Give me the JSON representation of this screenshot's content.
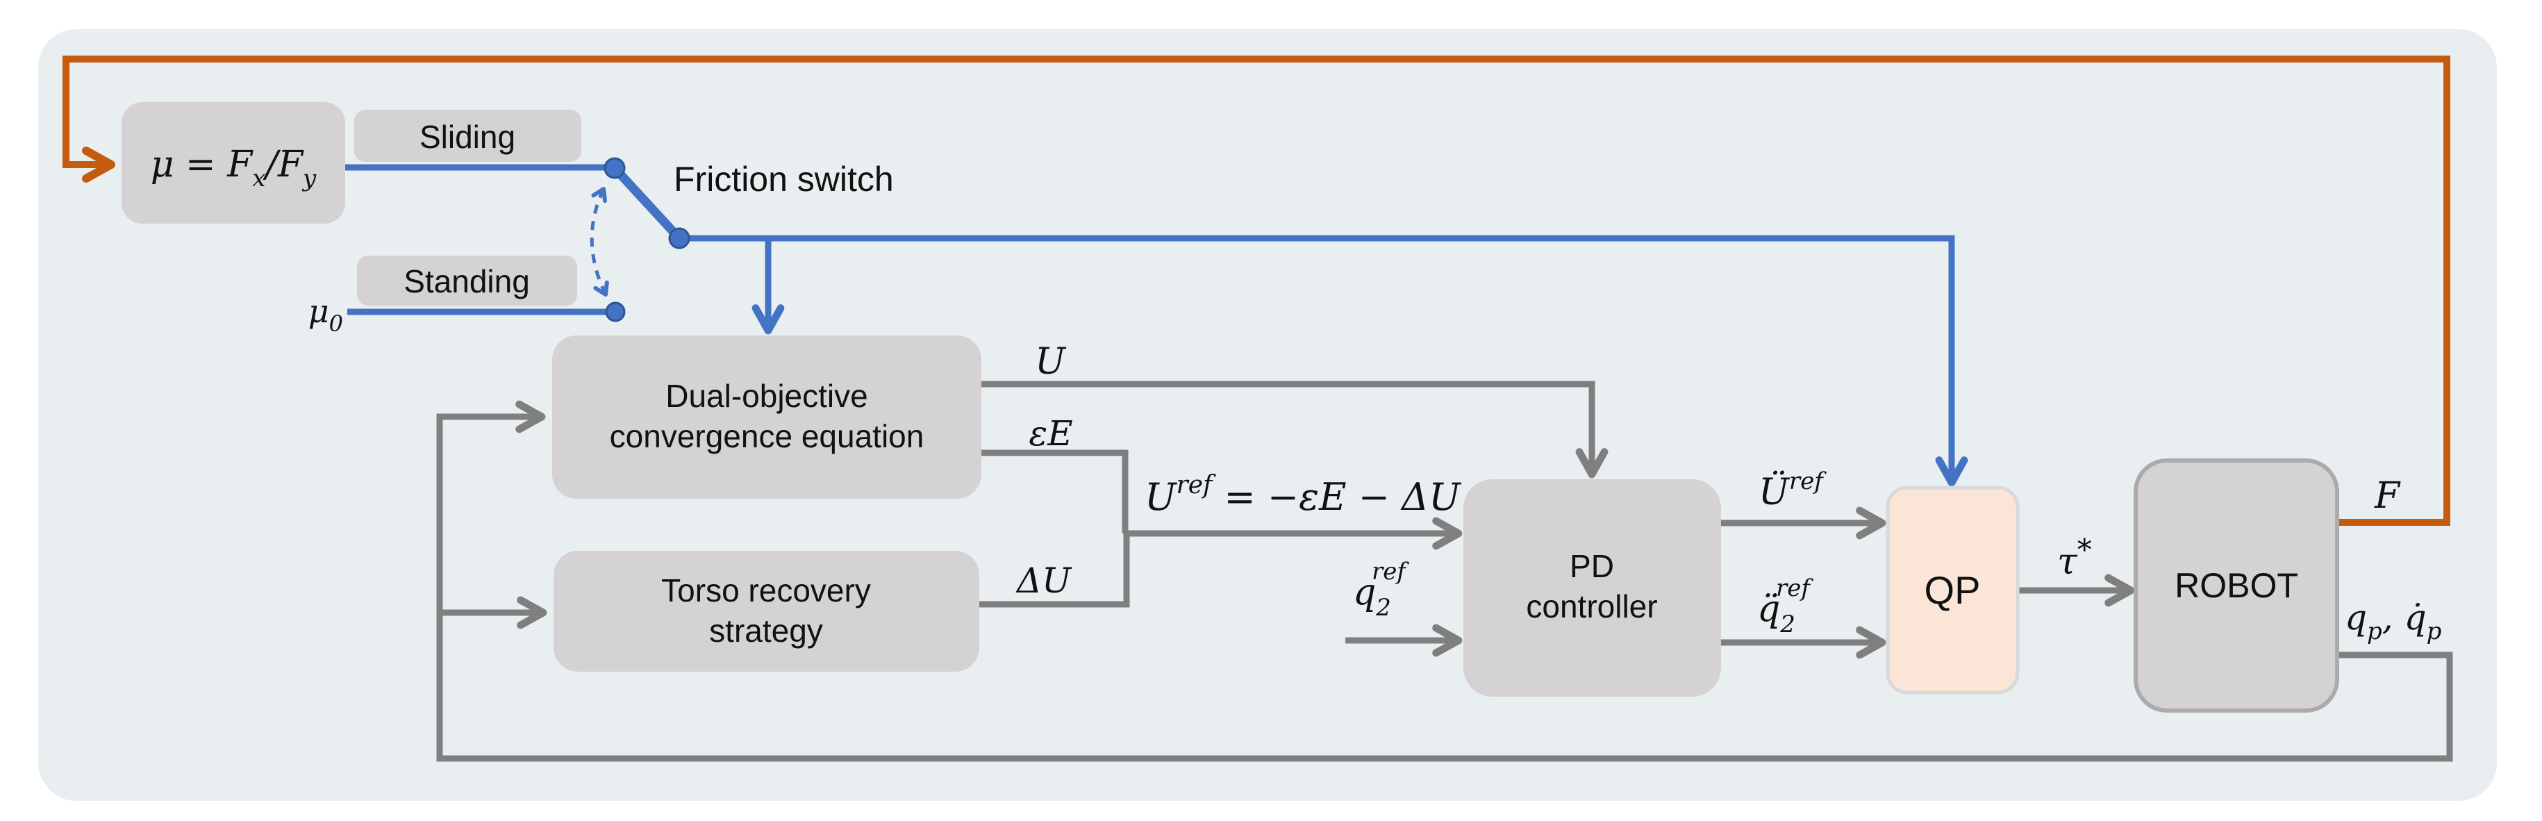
{
  "colors": {
    "panel_bg": "#e9eef0",
    "box_gray": "#d4d2d2",
    "qp_fill": "#fbe5d6",
    "qp_border": "#d9d9d9",
    "robot_border": "#ababab",
    "line_gray": "#7f7f7f",
    "accent_blue": "#4472c4",
    "dot_border": "#2f5597",
    "accent_orange": "#c55a11",
    "text": "#111111"
  },
  "blocks": {
    "mu": {
      "p1": "μ = F",
      "sub1": "x",
      "p2": "/F",
      "sub2": "y"
    },
    "sliding": "Sliding",
    "standing": "Standing",
    "mu0": {
      "base": "μ",
      "sub": "0"
    },
    "friction_switch": "Friction switch",
    "dual": {
      "line1": "Dual-objective",
      "line2": "convergence equation"
    },
    "torso": {
      "line1": "Torso recovery",
      "line2": "strategy"
    },
    "pd": {
      "line1": "PD",
      "line2": "controller"
    },
    "qp": "QP",
    "robot": "ROBOT"
  },
  "signals": {
    "u": "U",
    "eps_e": "εE",
    "delta_u": "ΔU",
    "uref": {
      "base": "U",
      "sup": "ref",
      "rest": " = −εE − ΔU"
    },
    "q2ref": {
      "base": "q",
      "sub": "2",
      "sup": "ref"
    },
    "uddot_ref": {
      "base": "Ü",
      "sup": "ref"
    },
    "qddot2_ref": {
      "base": "q̈",
      "sub": "2",
      "sup": "ref"
    },
    "tau": {
      "base": "τ",
      "sup": "*"
    },
    "f": "F",
    "qp_out": {
      "p1": "q",
      "sub1": "p",
      "p2": ", q̇",
      "sub2": "p"
    }
  }
}
